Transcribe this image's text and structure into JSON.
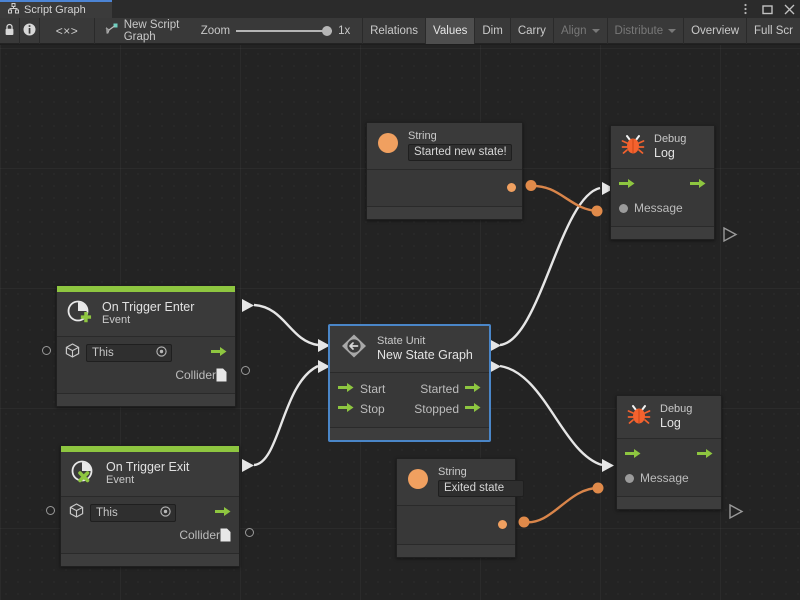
{
  "window": {
    "tab_title": "Script Graph",
    "tab_icon": "script-graph-icon",
    "buttons": {
      "menu": "⋮",
      "maximize": "▢",
      "close": "✕"
    }
  },
  "toolbar": {
    "lock_icon": "lock-icon",
    "info_icon": "info-icon",
    "code_icon": "code-brackets-icon",
    "graph_icon": "graph-asset-icon",
    "graph_name": "New Script Graph",
    "zoom_label": "Zoom",
    "zoom_value": "1x",
    "zoom_percent": 100,
    "items": [
      {
        "label": "Relations",
        "state": "normal",
        "caret": false
      },
      {
        "label": "Values",
        "state": "active",
        "caret": false
      },
      {
        "label": "Dim",
        "state": "normal",
        "caret": false
      },
      {
        "label": "Carry",
        "state": "normal",
        "caret": false
      },
      {
        "label": "Align",
        "state": "disabled",
        "caret": true
      },
      {
        "label": "Distribute",
        "state": "disabled",
        "caret": true
      },
      {
        "label": "Overview",
        "state": "normal",
        "caret": false
      },
      {
        "label": "Full Scr",
        "state": "normal",
        "caret": false
      }
    ]
  },
  "canvas": {
    "background_color": "#232323",
    "grid_color": "#2e2e2e",
    "accent_green": "#8ec640",
    "accent_orange": "#e08a4a",
    "selection_color": "#4a86c8",
    "edge_color": "#e6e6e6"
  },
  "nodes": [
    {
      "id": "string-started",
      "icon": "string-circle-icon",
      "title": "String",
      "subtitle": "",
      "value": "Started new state!",
      "accent": false,
      "selected": false,
      "output_port": "value-output"
    },
    {
      "id": "debug-log-top",
      "icon": "bug-icon",
      "title": "Debug",
      "subtitle": "Log",
      "accent": false,
      "selected": false,
      "ports_in": [
        "enter-flow",
        "Message"
      ],
      "ports_out": [
        "exit-flow"
      ]
    },
    {
      "id": "on-trigger-enter",
      "icon": "event-enter-icon",
      "title": "On Trigger Enter",
      "subtitle": "Event",
      "accent": true,
      "selected": false,
      "target_field": "This",
      "output_label": "Collider"
    },
    {
      "id": "state-unit",
      "icon": "state-unit-icon",
      "title": "State Unit",
      "subtitle": "New  State  Graph",
      "accent": false,
      "selected": true,
      "ports_in": [
        "Start",
        "Stop"
      ],
      "ports_out": [
        "Started",
        "Stopped"
      ]
    },
    {
      "id": "on-trigger-exit",
      "icon": "event-exit-icon",
      "title": "On Trigger Exit",
      "subtitle": "Event",
      "accent": true,
      "selected": false,
      "target_field": "This",
      "output_label": "Collider"
    },
    {
      "id": "string-exited",
      "icon": "string-circle-icon",
      "title": "String",
      "subtitle": "",
      "value": "Exited state",
      "accent": false,
      "selected": false,
      "output_port": "value-output"
    },
    {
      "id": "debug-log-bottom",
      "icon": "bug-icon",
      "title": "Debug",
      "subtitle": "Log",
      "accent": false,
      "selected": false,
      "ports_in": [
        "enter-flow",
        "Message"
      ],
      "ports_out": [
        "exit-flow"
      ]
    }
  ],
  "edges": [
    {
      "from": "on-trigger-enter.flow-out",
      "to": "state-unit.Start",
      "kind": "flow"
    },
    {
      "from": "on-trigger-exit.flow-out",
      "to": "state-unit.Stop",
      "kind": "flow"
    },
    {
      "from": "state-unit.Started",
      "to": "debug-log-top.enter",
      "kind": "flow"
    },
    {
      "from": "state-unit.Stopped",
      "to": "debug-log-bottom.enter",
      "kind": "flow"
    },
    {
      "from": "string-started.value",
      "to": "debug-log-top.Message",
      "kind": "value"
    },
    {
      "from": "string-exited.value",
      "to": "debug-log-bottom.Message",
      "kind": "value"
    }
  ]
}
